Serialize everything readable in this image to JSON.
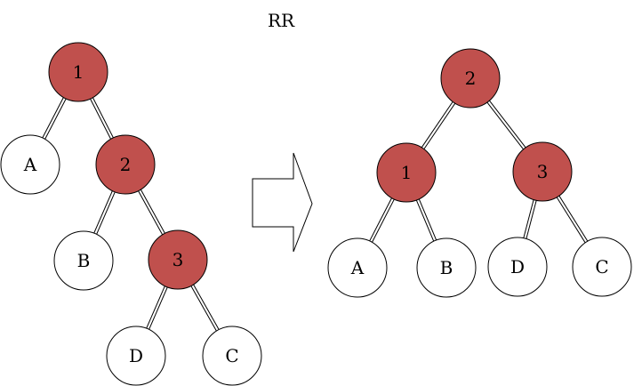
{
  "title": "RR",
  "colors": {
    "red_node": "#c0504d",
    "white_node": "#ffffff",
    "stroke": "#000000"
  },
  "before_tree": {
    "nodes": [
      {
        "id": "b1",
        "label": "1",
        "style": "red"
      },
      {
        "id": "bA",
        "label": "A",
        "style": "white"
      },
      {
        "id": "b2",
        "label": "2",
        "style": "red"
      },
      {
        "id": "bB",
        "label": "B",
        "style": "white"
      },
      {
        "id": "b3",
        "label": "3",
        "style": "red"
      },
      {
        "id": "bD",
        "label": "D",
        "style": "white"
      },
      {
        "id": "bC",
        "label": "C",
        "style": "white"
      }
    ],
    "edges": [
      [
        "b1",
        "bA"
      ],
      [
        "b1",
        "b2"
      ],
      [
        "b2",
        "bB"
      ],
      [
        "b2",
        "b3"
      ],
      [
        "b3",
        "bD"
      ],
      [
        "b3",
        "bC"
      ]
    ]
  },
  "after_tree": {
    "nodes": [
      {
        "id": "a2",
        "label": "2",
        "style": "red"
      },
      {
        "id": "a1",
        "label": "1",
        "style": "red"
      },
      {
        "id": "a3",
        "label": "3",
        "style": "red"
      },
      {
        "id": "aA",
        "label": "A",
        "style": "white"
      },
      {
        "id": "aB",
        "label": "B",
        "style": "white"
      },
      {
        "id": "aD",
        "label": "D",
        "style": "white"
      },
      {
        "id": "aC",
        "label": "C",
        "style": "white"
      }
    ],
    "edges": [
      [
        "a2",
        "a1"
      ],
      [
        "a2",
        "a3"
      ],
      [
        "a1",
        "aA"
      ],
      [
        "a1",
        "aB"
      ],
      [
        "a3",
        "aD"
      ],
      [
        "a3",
        "aC"
      ]
    ]
  },
  "arrow": {
    "direction": "right"
  }
}
